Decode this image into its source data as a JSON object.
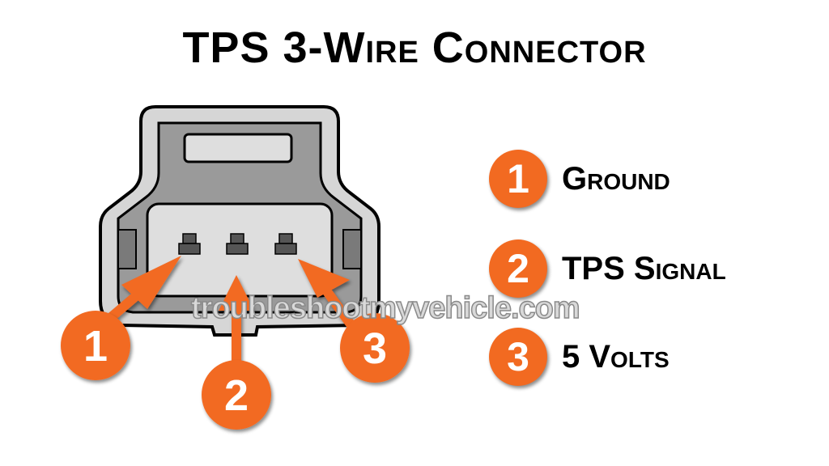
{
  "title": "TPS 3-Wire Connector",
  "watermark": "troubleshootmyvehicle.com",
  "pins": [
    {
      "number": "1",
      "label": "Ground"
    },
    {
      "number": "2",
      "label": "TPS Signal"
    },
    {
      "number": "3",
      "label": "5 Volts"
    }
  ],
  "colors": {
    "accent": "#f26a21",
    "housing_outer": "#d6d6d6",
    "housing_inner": "#9a9a9a",
    "cavity": "#dedede",
    "terminal": "#555555"
  }
}
